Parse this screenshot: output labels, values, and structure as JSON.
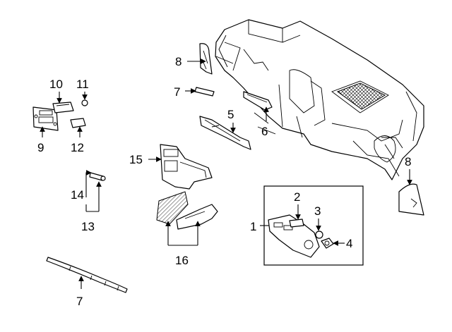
{
  "callouts": {
    "c1": "1",
    "c2": "2",
    "c3": "3",
    "c4": "4",
    "c5": "5",
    "c6": "6",
    "c7a": "7",
    "c7b": "7",
    "c8a": "8",
    "c8b": "8",
    "c9": "9",
    "c10": "10",
    "c11": "11",
    "c12": "12",
    "c13": "13",
    "c14": "14",
    "c15": "15",
    "c16": "16"
  }
}
